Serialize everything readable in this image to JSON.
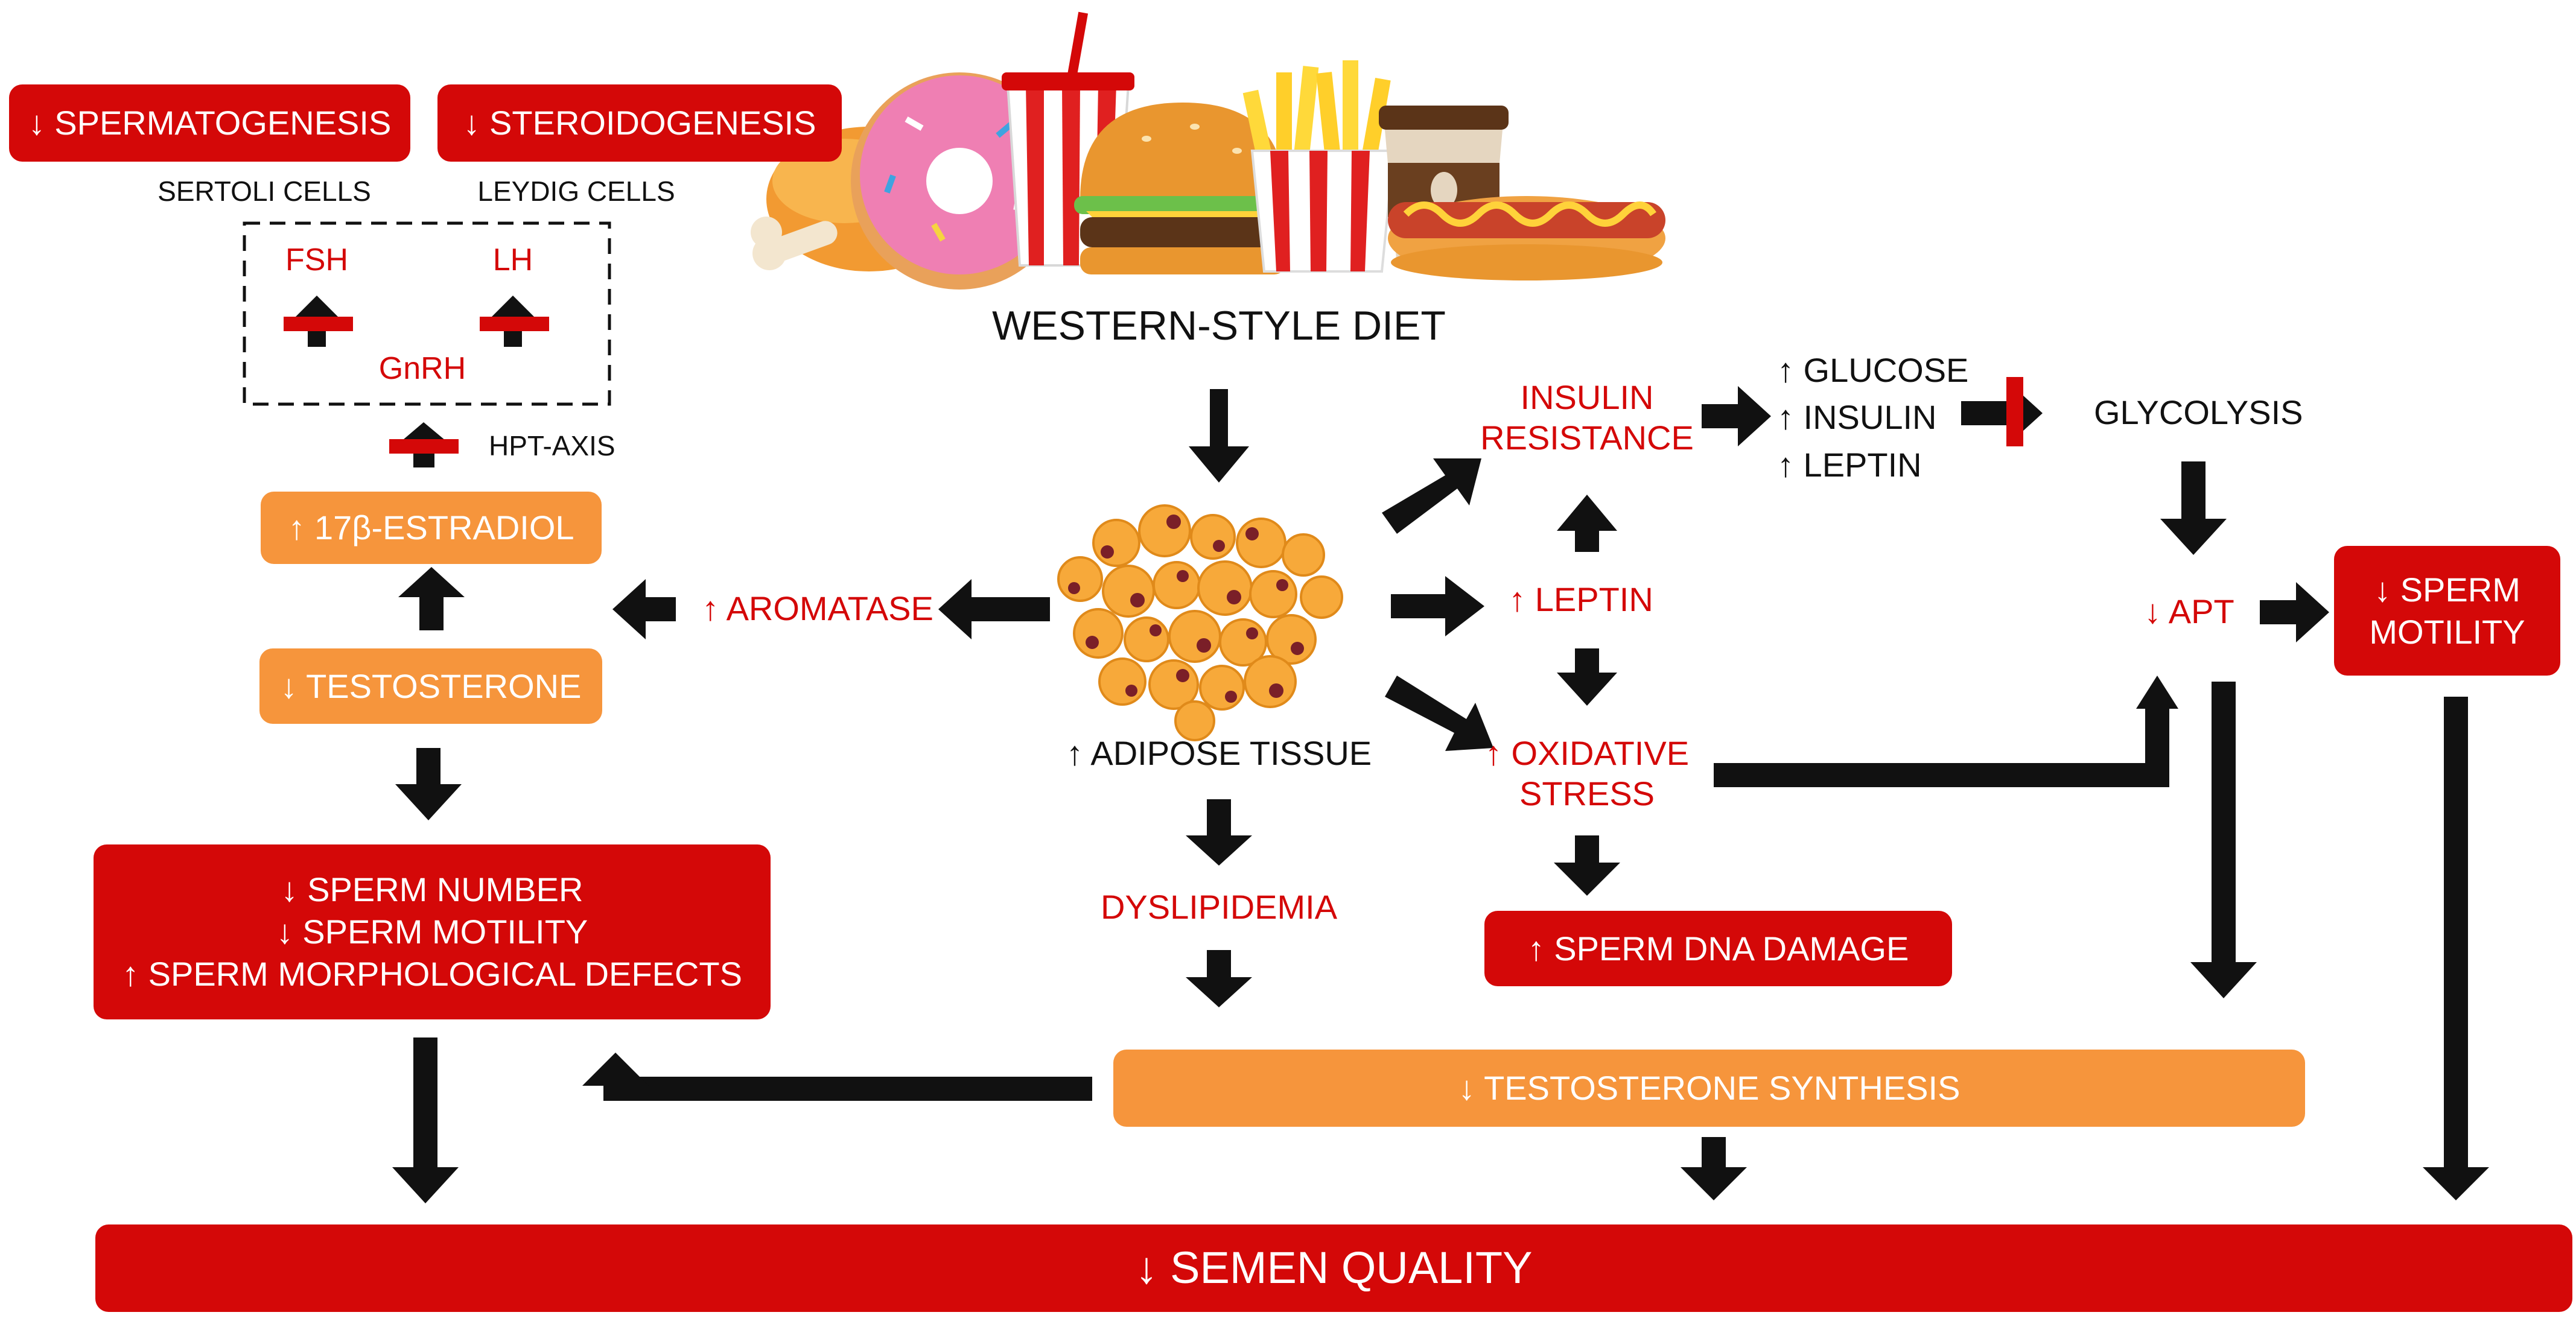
{
  "colors": {
    "red": "#d40808",
    "orange": "#f6953c",
    "arrow": "#111111"
  },
  "top_left": {
    "spermatogenesis": "↓ SPERMATOGENESIS",
    "steroidogenesis": "↓ STEROIDOGENESIS",
    "sertoli": "SERTOLI CELLS",
    "leydig": "LEYDIG CELLS",
    "fsh": "FSH",
    "lh": "LH",
    "gnrh": "GnRH",
    "hpt_axis": "HPT-AXIS"
  },
  "left_chain": {
    "estradiol": "↑ 17β-ESTRADIOL",
    "testosterone": "↓ TESTOSTERONE",
    "aromatase": "↑ AROMATASE",
    "sperm_effects": [
      "↓ SPERM NUMBER",
      "↓ SPERM MOTILITY",
      "↑ SPERM MORPHOLOGICAL DEFECTS"
    ]
  },
  "center": {
    "diet": "WESTERN-STYLE DIET",
    "adipose": "↑ ADIPOSE TISSUE",
    "dyslipidemia": "DYSLIPIDEMIA"
  },
  "right_chain": {
    "insulin_resistance": [
      "INSULIN",
      "RESISTANCE"
    ],
    "metabolic": [
      "↑ GLUCOSE",
      "↑ INSULIN",
      "↑ LEPTIN"
    ],
    "glycolysis": "GLYCOLYSIS",
    "leptin": "↑ LEPTIN",
    "oxidative_stress": [
      "↑ OXIDATIVE",
      "STRESS"
    ],
    "dna_damage": "↑ SPERM DNA DAMAGE",
    "apt": "↓ APT",
    "sperm_motility": [
      "↓ SPERM",
      "MOTILITY"
    ]
  },
  "bottom": {
    "testosterone_synthesis": "↓ TESTOSTERONE SYNTHESIS",
    "semen_quality": "↓ SEMEN QUALITY"
  },
  "icons": [
    "donut-icon",
    "soda-cup-icon",
    "burger-icon",
    "fries-icon",
    "coffee-cup-icon",
    "hotdog-icon",
    "chicken-leg-icon",
    "adipose-cells-icon"
  ]
}
